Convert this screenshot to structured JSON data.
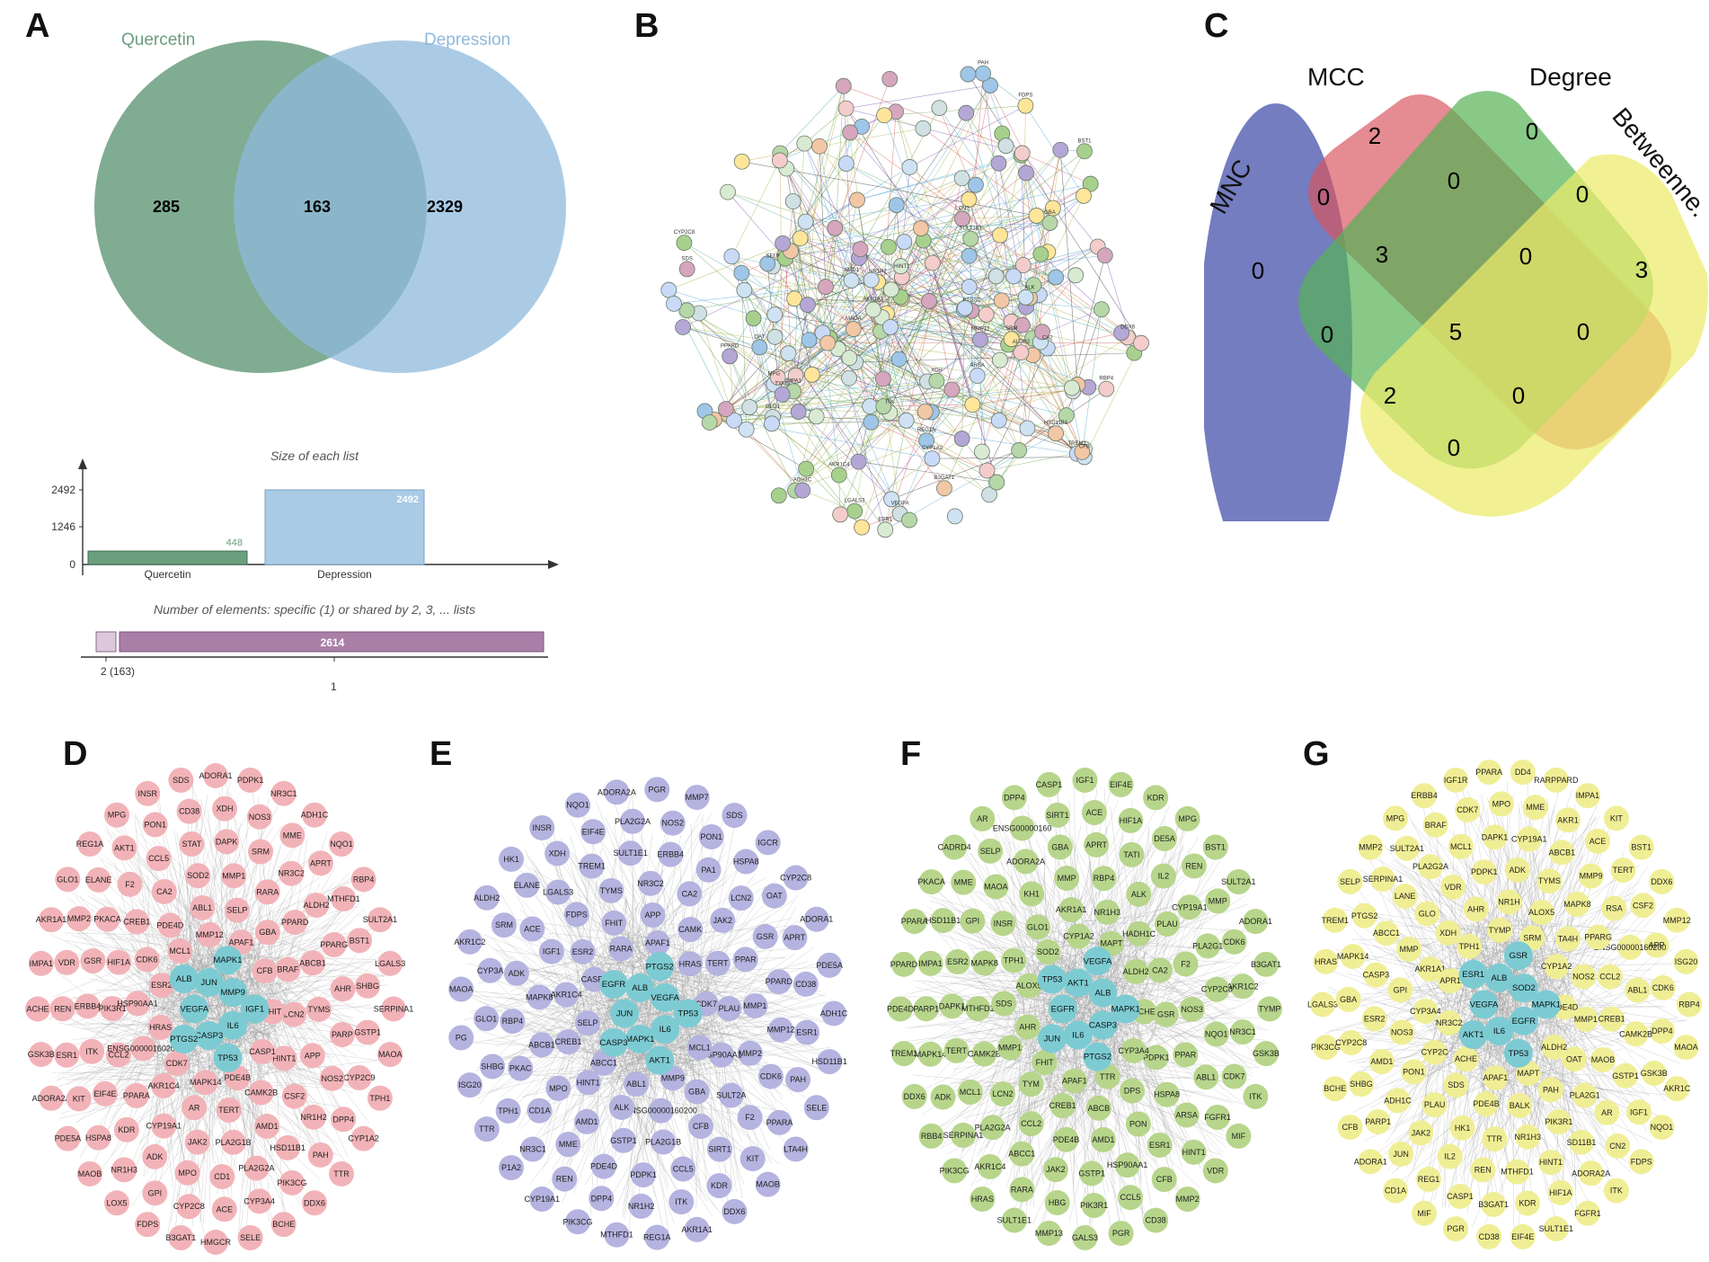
{
  "panels": {
    "a": "A",
    "b": "B",
    "c": "C",
    "d": "D",
    "e": "E",
    "f": "F",
    "g": "G"
  },
  "venn2": {
    "left_name": "Quercetin",
    "right_name": "Depression",
    "left_only": "285",
    "overlap": "163",
    "right_only": "2329",
    "left_color": "#6a9e7f",
    "right_color": "#8fb9dc"
  },
  "list_sizes": {
    "title": "Size of each list",
    "y_ticks": [
      "2492",
      "1246",
      "0"
    ],
    "bars": [
      {
        "name": "Quercetin",
        "value": 448,
        "label": "448",
        "color": "#6a9e7f"
      },
      {
        "name": "Depression",
        "value": 2492,
        "label": "2492",
        "color": "#a9cbe6"
      }
    ]
  },
  "shared_elements": {
    "title": "Number of elements: specific (1) or shared by 2, 3, ... lists",
    "bar_value_label": "2614",
    "left_tick": "2 (163)",
    "right_tick": "1",
    "color": "#a97fa8"
  },
  "venn4": {
    "sets": [
      "MNC",
      "MCC",
      "Degree",
      "Betweenne."
    ],
    "colors": [
      "#3f4ba6",
      "#d9545e",
      "#55b255",
      "#ecec6a"
    ],
    "values": {
      "mnc_only": "0",
      "mcc_only": "2",
      "degree_only": "0",
      "betweenness_only": "3",
      "mnc_mcc": "0",
      "mcc_degree": "0",
      "degree_betweenness": "0",
      "mnc_mcc_degree": "3",
      "mcc_degree_betweenness": "0",
      "mnc_degree": "0",
      "all_four": "5",
      "mcc_betweenness": "0",
      "mnc_degree_betweenness": "2",
      "mnc_mcc_betweenness": "0",
      "mnc_betweenness": "0"
    }
  },
  "network_b": {
    "labels": [
      "BST1",
      "TREM1",
      "DDX6",
      "MMP12",
      "IMPA1",
      "B3GAT1",
      "ITK",
      "SELP",
      "LCN2",
      "CFB",
      "REG1A",
      "NR1H2",
      "LGALS3",
      "ARSA",
      "RBP4",
      "PPARD",
      "GBA",
      "ALK",
      "ESR1",
      "VEGFA",
      "PTGS2",
      "MPG",
      "PAH",
      "FDPS",
      "CYP2C8",
      "CYP1A2",
      "ALDH2",
      "ADH1C",
      "XDH",
      "MAOA",
      "AKR1A1",
      "GLO1",
      "SDS",
      "AMD1",
      "OAT",
      "SRM",
      "AKR1C4",
      "CA2",
      "HINT1",
      "TYMS",
      "SULT1E1",
      "HSD11B1"
    ]
  },
  "network_d": {
    "node_color": "#f2b3b8",
    "hub_color": "#7ccbd3",
    "hubs": [
      "IGF1",
      "IL6",
      "TP53",
      "CASP3",
      "PTGS2",
      "VEGFA",
      "ALB",
      "JUN",
      "MAPK1",
      "MMP9"
    ],
    "labels": [
      "SERPINA1",
      "MAOA",
      "TPH1",
      "CYP1A2",
      "TTR",
      "DDX6",
      "BCHE",
      "SELE",
      "HMGCR",
      "B3GAT1",
      "FDPS",
      "LOX5",
      "MAOB",
      "PDE5A",
      "ADORA2A",
      "GSK3B",
      "ACHE",
      "IMPA1",
      "AKR1A1",
      "GLO1",
      "REG1A",
      "MPG",
      "INSR",
      "SDS",
      "ADORA1",
      "PDPK1",
      "NR3C1",
      "ADH1C",
      "NQO1",
      "RBP4",
      "SULT2A1",
      "LGALS3",
      "CYP2C9",
      "DPP4",
      "PAH",
      "PIK3CG",
      "CYP3A4",
      "ACE",
      "CYP2C8",
      "GPI",
      "NR1H3",
      "HSPA8",
      "KIT",
      "ESR1",
      "REN",
      "VDR",
      "MMP2",
      "ELANE",
      "AKT1",
      "PON1",
      "CD38",
      "XDH",
      "NOS3",
      "MME",
      "APRT",
      "MTHFD1",
      "BST1",
      "SHBG",
      "GSTP1",
      "NR1H2",
      "HSD11B1",
      "PLA2G2A",
      "CD1",
      "MPO",
      "ADK",
      "KDR",
      "EIF4E",
      "ITK",
      "ERBB4",
      "GSR",
      "PKACA",
      "F2",
      "CCL5",
      "STAT",
      "DAPK",
      "SRM",
      "NR3C2",
      "ALDH2",
      "PPARG",
      "AHR",
      "PARP",
      "NOS2",
      "AMD1",
      "PLA2G1B",
      "JAK2",
      "CYP19A1",
      "PPARA",
      "CCL2",
      "PIK3R1",
      "HIF1A",
      "CREB1",
      "CA2",
      "SOD2",
      "MMP1",
      "RARA",
      "PPARD",
      "ABCB1",
      "TYMS",
      "APP",
      "CSF2",
      "TERT",
      "AR",
      "AKR1C4",
      "ENSG00000160200",
      "HSP90AA1",
      "CDK6",
      "PDE4D",
      "ABL1",
      "SELP",
      "GBA",
      "BRAF",
      "LCN2",
      "HINT1",
      "CAMK2B",
      "MAPK14",
      "CDK7",
      "HRAS",
      "ESR2",
      "MCL1",
      "MMP12",
      "APAF1",
      "CFB",
      "FHIT",
      "CASP1",
      "PDE4B"
    ]
  },
  "network_e": {
    "node_color": "#b5b3df",
    "hub_color": "#7ccbd3",
    "hubs": [
      "TP53",
      "IL6",
      "AKT1",
      "MAPK1",
      "CASP3",
      "JUN",
      "EGFR",
      "ALB",
      "PTGS2",
      "VEGFA"
    ],
    "labels": [
      "ADH1C",
      "HSD11B1",
      "SELE",
      "LTA4H",
      "MAOB",
      "DDX6",
      "AKR1A1",
      "REG1A",
      "MTHFD1",
      "PIK3CG",
      "CYP19A1",
      "P1A2",
      "TTR",
      "ISG20",
      "PG",
      "MAOA",
      "AKR1C2",
      "ALDH2",
      "HK1",
      "INSR",
      "NQO1",
      "ADORA2A",
      "PGR",
      "MMP7",
      "SDS",
      "IGCR",
      "CYP2C8",
      "ADORA1",
      "PDE5A",
      "PAH",
      "PPARA",
      "KIT",
      "KDR",
      "ITK",
      "NR1H2",
      "DPP4",
      "REN",
      "NR3C1",
      "TPH1",
      "SHBG",
      "GLO1",
      "CYP3A",
      "SRM",
      "ELANE",
      "XDH",
      "EIF4E",
      "PLA2G2A",
      "NOS2",
      "PON1",
      "HSPA8",
      "OAT",
      "APRT",
      "CD38",
      "ESR1",
      "F2",
      "SIRT1",
      "CCL5",
      "PDPK1",
      "PDE4D",
      "MME",
      "CD1A",
      "PKAC",
      "RBP4",
      "ADK",
      "ACE",
      "LGALS3",
      "TREM1",
      "SULT1E1",
      "ERBB4",
      "PA1",
      "LCN2",
      "GSR",
      "PPARD",
      "MMP12",
      "CDK6",
      "CFB",
      "PLA2G1B",
      "GSTP1",
      "AMD1",
      "MPO",
      "ABCB1",
      "MAPK8",
      "IGF1",
      "FDPS",
      "TYMS",
      "NR3C2",
      "CA2",
      "JAK2",
      "PPAR",
      "MMP1",
      "MMP2",
      "SULT2A",
      "ENSG00000160200",
      "ALK",
      "HINT1",
      "CREB1",
      "AKR1C4",
      "ESR2",
      "FHIT",
      "APP",
      "CAMK",
      "TERT",
      "PLAU",
      "HSP90AA1",
      "GBA",
      "ABL1",
      "ABCC1",
      "SELP",
      "CASP1",
      "RARA",
      "APAF1",
      "HRAS",
      "CDK7",
      "MCL1",
      "MMP9"
    ]
  },
  "network_f": {
    "node_color": "#b7d58b",
    "hub_color": "#7ccbd3",
    "hubs": [
      "MAPK1",
      "CASP3",
      "PTGS2",
      "IL6",
      "JUN",
      "EGFR",
      "TP53",
      "AKT1",
      "VEGFA",
      "ALB"
    ],
    "labels": [
      "TYMP",
      "GSK3B",
      "ITK",
      "MIF",
      "VDR",
      "MMP2",
      "CD38",
      "PGR",
      "GALS3",
      "MMP13",
      "SULT1E1",
      "HRAS",
      "PIK3CG",
      "RBB4",
      "DDX6",
      "TREM1",
      "PDE4D",
      "PPARD",
      "PPARA",
      "PKACA",
      "CADRD4",
      "AR",
      "DPP4",
      "CASP1",
      "IGF1",
      "EIF4E",
      "KDR",
      "MPG",
      "BST1",
      "SULT2A1",
      "ADORA1",
      "B3GAT1",
      "CDK7",
      "FGFR1",
      "HINT1",
      "CFB",
      "CCL5",
      "PIK3R1",
      "HBG",
      "RARA",
      "AKR1C4",
      "SERPINA1",
      "ADK",
      "MAPK14",
      "PARP1",
      "IMPA1",
      "HSD11B1",
      "MME",
      "SELP",
      "ENSG00000160",
      "SIRT1",
      "ACE",
      "HIF1A",
      "DE5A",
      "REN",
      "MMP",
      "CDK6",
      "AKR1C2",
      "NR3C1",
      "ARSA",
      "ESR1",
      "HSP90AA1",
      "GSTP1",
      "JAK2",
      "ABCC1",
      "PLA2G2A",
      "MCL1",
      "TERT",
      "DAPK1",
      "ESR2",
      "GPI",
      "MAOA",
      "ADORA2A",
      "GBA",
      "APRT",
      "TATI",
      "IL2",
      "CYP19A1",
      "PLA2G1",
      "CYP2C8",
      "NQO1",
      "ABL1",
      "PON",
      "AMD1",
      "PDE4B",
      "CCL2",
      "LCN2",
      "CAMK2B",
      "MTHFD1",
      "MAPK8",
      "INSR",
      "KH1",
      "MMP",
      "RBP4",
      "ALK",
      "PLAU",
      "F2",
      "NOS3",
      "PPAR",
      "HSPA8",
      "ABCB",
      "CREB1",
      "TYM",
      "MMP1",
      "SDS",
      "TPH1",
      "GLO1",
      "AKR1A1",
      "NR1H3",
      "HADH1C",
      "CA2",
      "GSR",
      "PDPK1",
      "DPS",
      "APAF1",
      "FHIT",
      "AHR",
      "ALOX5",
      "SOD2",
      "CYP1A2",
      "MAPT",
      "ALDH2",
      "ACHE",
      "CYP3A4",
      "TTR"
    ]
  },
  "network_g": {
    "node_color": "#f0ee95",
    "hub_color": "#7ccbd3",
    "hubs": [
      "MAPK1",
      "EGFR",
      "TP53",
      "IL6",
      "AKT1",
      "VEGFA",
      "ESR1",
      "ALB",
      "GSR",
      "SOD2"
    ],
    "labels": [
      "RBP4",
      "MAOA",
      "AKR1C",
      "NQO1",
      "FDPS",
      "ITK",
      "FGFR1",
      "SULT1E1",
      "EIF4E",
      "CD38",
      "PGR",
      "MIF",
      "CD1A",
      "ADORA1",
      "CFB",
      "BCHE",
      "PIK3CG",
      "LGALS3",
      "HRAS",
      "TREM1",
      "SELP",
      "MMP2",
      "MPG",
      "ERBB4",
      "IGF1R",
      "PPARA",
      "DD4",
      "RARPPARD",
      "IMPA1",
      "KIT",
      "BST1",
      "DDX6",
      "MMP12",
      "ISG20",
      "GSK3B",
      "IGF1",
      "CN2",
      "ADORA2A",
      "HIF1A",
      "KDR",
      "B3GAT1",
      "CASP1",
      "REG1",
      "JUN",
      "PARP1",
      "SHBG",
      "CYP2C8",
      "GBA",
      "MAPK14",
      "PTGS2",
      "SERPINA1",
      "SULT2A1",
      "BRAF",
      "CDK7",
      "MPO",
      "MME",
      "AKR1",
      "ACE",
      "TERT",
      "CSF2",
      "APP",
      "CDK6",
      "DPP4",
      "AR",
      "SD11B1",
      "HINT1",
      "MTHFD1",
      "REN",
      "IL2",
      "JAK2",
      "ADH1C",
      "AMD1",
      "ESR2",
      "CASP3",
      "ABCC1",
      "LANE",
      "PLA2G2A",
      "MCL1",
      "DAPK1",
      "CYP19A1",
      "ABCB1",
      "MMP9",
      "RSA",
      "ENSG00000160200",
      "ABL1",
      "CAMK2B",
      "GSTP1",
      "PIK3R1",
      "NR1H3",
      "TTR",
      "HK1",
      "PLAU",
      "PON1",
      "NOS3",
      "GPI",
      "MMP",
      "GLO",
      "VDR",
      "PDPK1",
      "ADK",
      "TYMS",
      "MAPK8",
      "PPARG",
      "CCL2",
      "CREB1",
      "MAOB",
      "PLA2G1",
      "BALK",
      "PDE4B",
      "SDS",
      "CYP2C",
      "CYP3A4",
      "AKR1A1",
      "XDH",
      "AHR",
      "NR1H",
      "ALOX5",
      "TA4H",
      "NOS2",
      "MMP1",
      "OAT",
      "PAH",
      "APAF1",
      "ACHE",
      "NR3C2",
      "APR1",
      "TPH1",
      "TYMP",
      "SRM",
      "CYP1A2",
      "PDE4D",
      "ALDH2",
      "MAPT"
    ]
  }
}
